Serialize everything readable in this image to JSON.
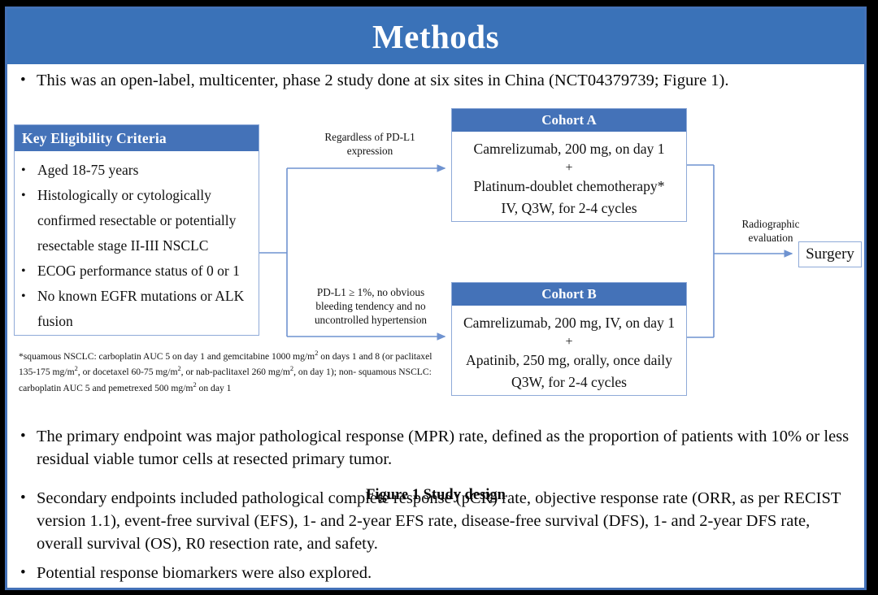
{
  "slide": {
    "title": "Methods",
    "accent_blue": "#3A72B8",
    "box_blue": "#4472b8",
    "border_blue": "#8faad8",
    "frame_black": "#000000",
    "bullet_glyph": "•"
  },
  "intro_bullet": "This was an open-label, multicenter, phase 2 study done at six sites in China (NCT04379739; Figure 1).",
  "figure": {
    "caption": "Figure 1 Study design",
    "eligibility": {
      "header": "Key  Eligibility Criteria",
      "items": [
        "Aged 18-75 years",
        "Histologically or cytologically confirmed resectable or potentially resectable stage II-III  NSCLC",
        "ECOG performance status of 0 or 1",
        "No known EGFR mutations or ALK fusion"
      ],
      "footnote_line1_a": "*squamous NSCLC: carboplatin AUC 5 on day 1 and gemcitabine 1000 mg/m",
      "footnote_line1_b": " on days 1 and 8 (or",
      "footnote_line2_a": "paclitaxel 135-175  mg/m",
      "footnote_line2_b": ", or docetaxel 60-75 mg/m",
      "footnote_line2_c": ", or nab-paclitaxel 260 mg/m",
      "footnote_line2_d": ", on day 1); non-",
      "footnote_line3_a": "squamous NSCLC: carboplatin AUC 5 and pemetrexed 500 mg/m",
      "footnote_line3_b": " on day 1",
      "footnote_sup": "2"
    },
    "cohort_a": {
      "header": "Cohort A",
      "line1": "Camrelizumab, 200 mg, on day 1",
      "plus": "+",
      "line2": "Platinum-doublet chemotherapy*",
      "line3": "IV, Q3W, for 2-4 cycles"
    },
    "cohort_b": {
      "header": "Cohort B",
      "line1": "Camrelizumab, 200 mg, IV, on day 1",
      "plus": "+",
      "line2": "Apatinib, 250 mg, orally, once daily",
      "line3": "Q3W, for 2-4 cycles"
    },
    "connector_top_label_line1": "Regardless  of PD-L1",
    "connector_top_label_line2": "expression",
    "connector_bottom_label_line1": "PD-L1 ≥ 1%, no obvious",
    "connector_bottom_label_line2": "bleeding tendency  and no",
    "connector_bottom_label_line3": "uncontrolled  hypertension",
    "connector_right_label_line1": "Radiographic",
    "connector_right_label_line2": "evaluation",
    "surgery_box": "Surgery"
  },
  "endpoints_bullets": [
    "The primary endpoint was major pathological response (MPR) rate, defined as the proportion of patients with 10% or less residual viable tumor cells at resected primary tumor.",
    "Secondary endpoints included pathological complete response (pCR) rate, objective response rate (ORR, as per RECIST version 1.1), event-free survival (EFS), 1- and 2-year EFS rate, disease-free survival (DFS), 1- and 2-year DFS rate, overall survival (OS), R0 resection rate, and safety.",
    "Potential response biomarkers were also explored."
  ]
}
